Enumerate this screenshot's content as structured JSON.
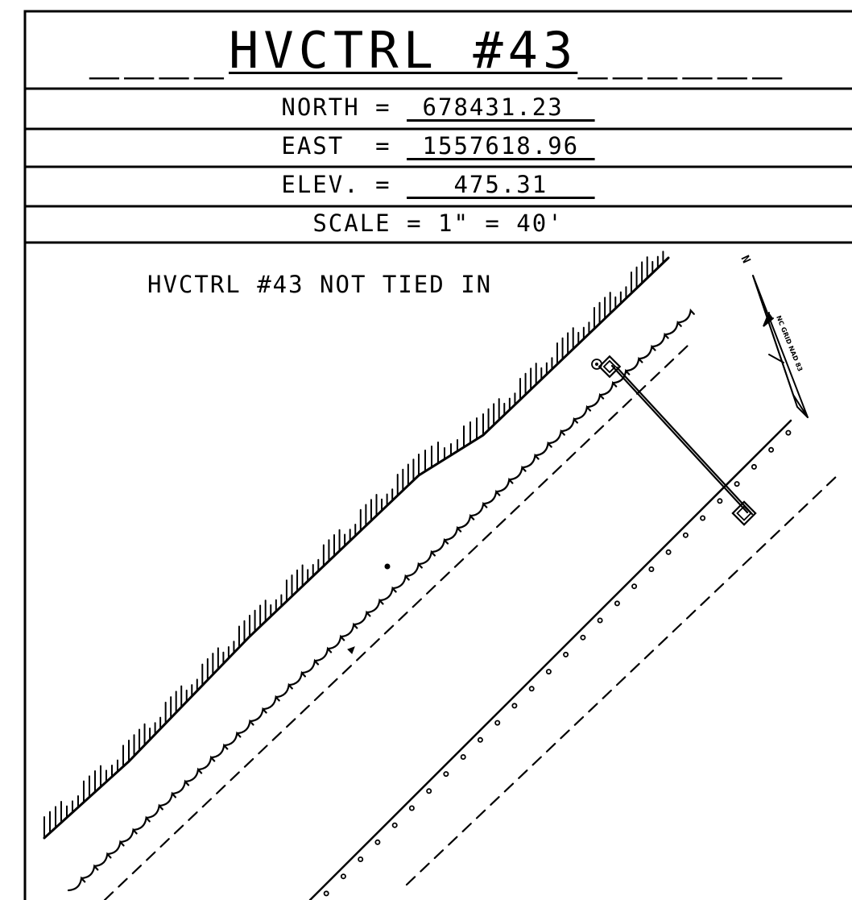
{
  "header": {
    "title_dashes_left": "____",
    "title": "HVCTRL #43",
    "title_dashes_right": "______",
    "north_label": "NORTH = ",
    "north_value": "_678431.23__",
    "east_label": "EAST  = ",
    "east_value": "_1557618.96_",
    "elev_label": "ELEV. = ",
    "elev_value": "___475.31___",
    "scale": "SCALE = 1\" = 40'"
  },
  "plan": {
    "note": "HVCTRL #43 NOT TIED IN",
    "north_arrow_label": "N",
    "north_arrow_sublabel": "NC GRID NAD 83",
    "line_color": "#000000",
    "icons": [
      "north-arrow-icon",
      "control-monument-icon",
      "pole-icon"
    ]
  }
}
